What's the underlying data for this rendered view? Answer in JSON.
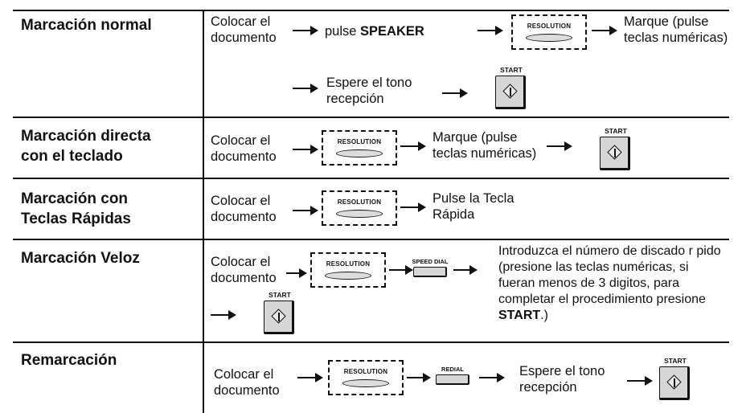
{
  "rows": [
    {
      "title_lines": [
        "Marcación normal"
      ],
      "steps": {
        "place_doc": [
          "Colocar el",
          "documento"
        ],
        "speaker_prefix": "pulse ",
        "speaker_key": "SPEAKER",
        "dial": [
          "Marque (pulse",
          "teclas numéricas)"
        ],
        "wait_tone": [
          "Espere el tono",
          "recepción"
        ]
      }
    },
    {
      "title_lines": [
        "Marcación directa",
        "con el teclado"
      ],
      "steps": {
        "place_doc": [
          "Colocar el",
          "documento"
        ],
        "dial": [
          "Marque (pulse",
          "teclas numéricas)"
        ]
      }
    },
    {
      "title_lines": [
        "Marcación con",
        "Teclas Rápidas"
      ],
      "steps": {
        "place_doc": [
          "Colocar el",
          "documento"
        ],
        "rapid": [
          "Pulse la Tecla",
          "Rápida"
        ]
      }
    },
    {
      "title_lines": [
        "Marcación Veloz"
      ],
      "steps": {
        "place_doc": [
          "Colocar el",
          "documento"
        ],
        "instructions": "Introduzca el número de discado r pido (presione las teclas numéricas, si fueran menos de 3 digitos, para completar el procedimiento presione ",
        "instructions_key": "START",
        "instructions_end": ".)"
      }
    },
    {
      "title_lines": [
        "Remarcación"
      ],
      "steps": {
        "place_doc": [
          "Colocar el",
          "documento"
        ],
        "wait_tone": [
          "Espere el tono",
          "recepción"
        ]
      }
    }
  ],
  "keys": {
    "resolution": "RESOLUTION",
    "start": "START",
    "speed_dial": "SPEED DIAL",
    "redial": "REDIAL"
  }
}
